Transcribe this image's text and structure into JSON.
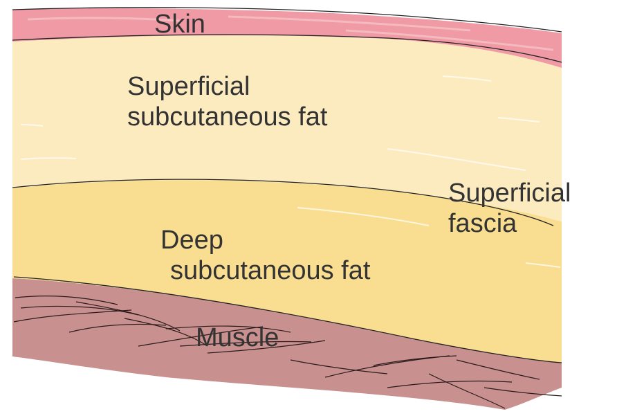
{
  "layers": {
    "skin": {
      "label": "Skin",
      "color": "#ef9aa4"
    },
    "superficial_fat": {
      "lines": [
        "Superficial",
        "subcutaneous fat"
      ],
      "color": "#fdebc0"
    },
    "fascia": {
      "lines": [
        "Superficial",
        "fascia"
      ]
    },
    "deep_fat": {
      "lines": [
        "Deep",
        "subcutaneous fat"
      ],
      "color": "#f9de91"
    },
    "muscle": {
      "label": "Muscle",
      "color": "#c8908f"
    }
  }
}
